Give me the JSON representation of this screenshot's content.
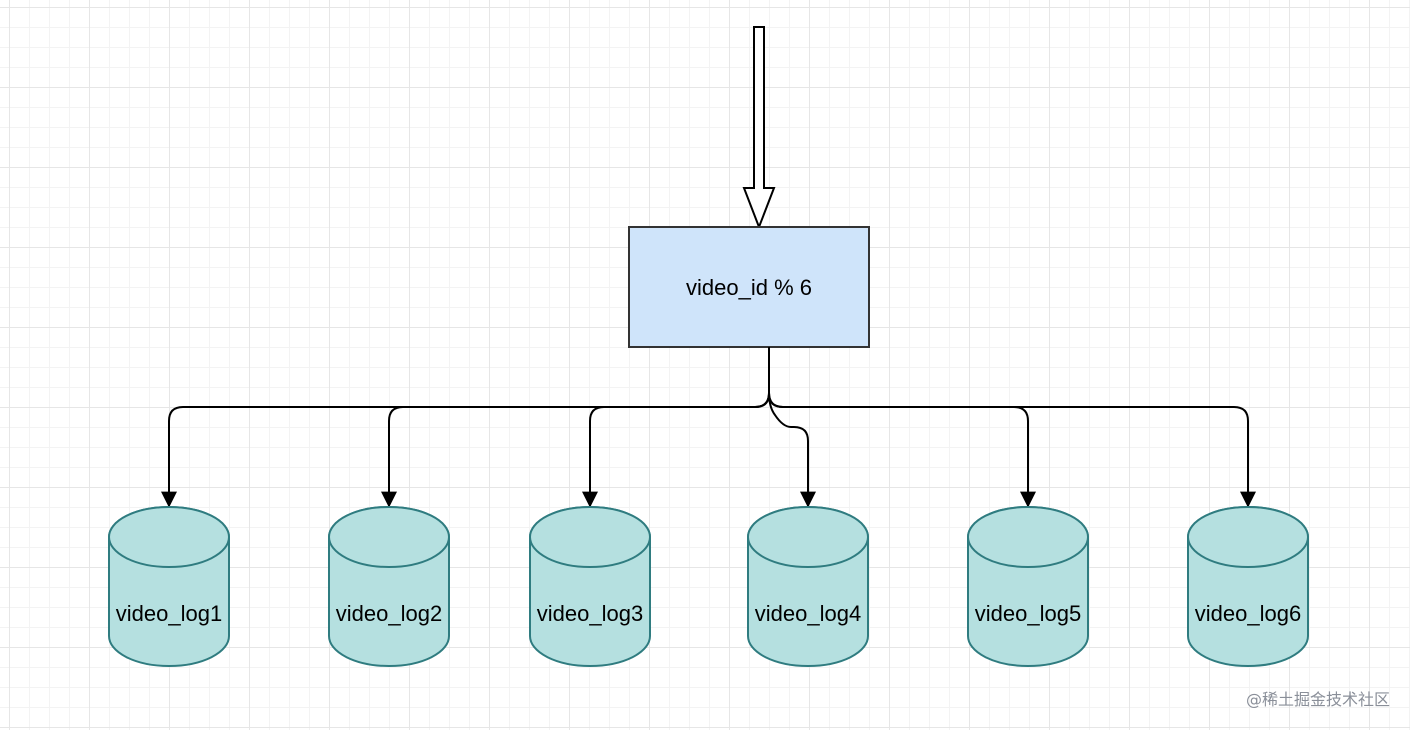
{
  "diagram": {
    "center_node": {
      "label": "video_id % 6",
      "fill": "#cfe4fa",
      "stroke": "#333333"
    },
    "storage_nodes": [
      {
        "label": "video_log1"
      },
      {
        "label": "video_log2"
      },
      {
        "label": "video_log3"
      },
      {
        "label": "video_log4"
      },
      {
        "label": "video_log5"
      },
      {
        "label": "video_log6"
      }
    ],
    "cylinder_fill": "#b5e0e0",
    "cylinder_stroke": "#2f7c80",
    "connector_color": "#000000"
  },
  "watermark": "@稀土掘金技术社区"
}
